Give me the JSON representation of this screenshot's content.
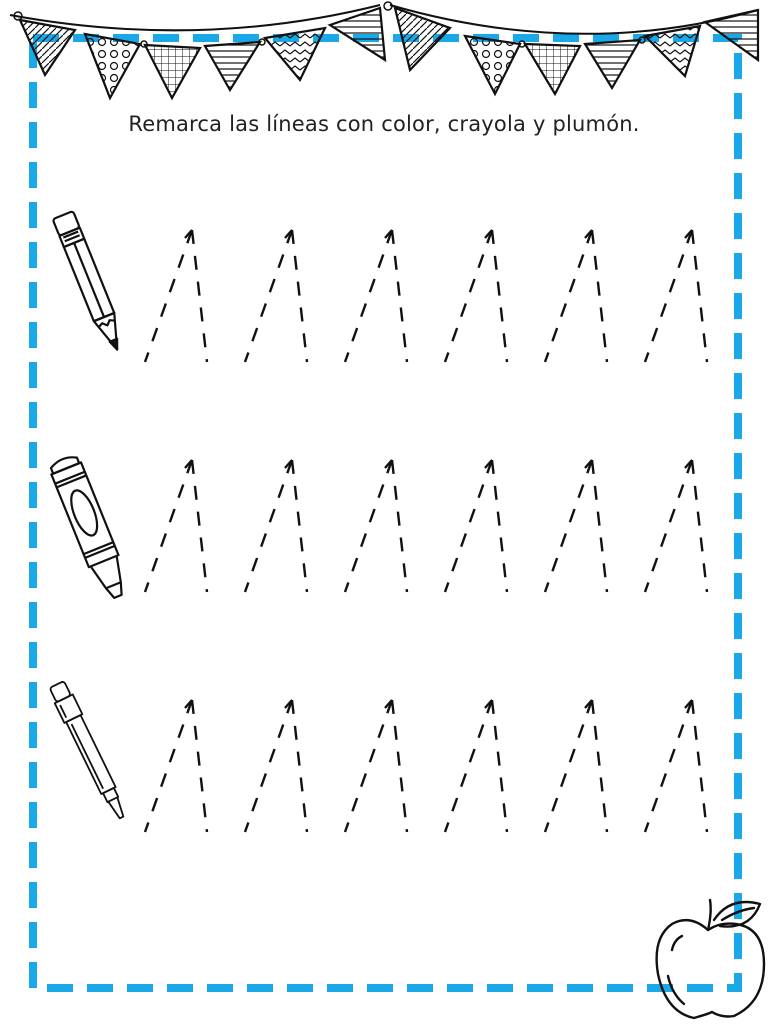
{
  "instruction": "Remarca las líneas con color, crayola y plumón.",
  "colors": {
    "border": "#1aa9e8",
    "ink": "#111111"
  },
  "rows": [
    {
      "tool": "pencil-icon",
      "figures": 6
    },
    {
      "tool": "crayon-icon",
      "figures": 6
    },
    {
      "tool": "marker-icon",
      "figures": 6
    }
  ],
  "decorations": [
    "bunting-icon",
    "apple-icon"
  ]
}
